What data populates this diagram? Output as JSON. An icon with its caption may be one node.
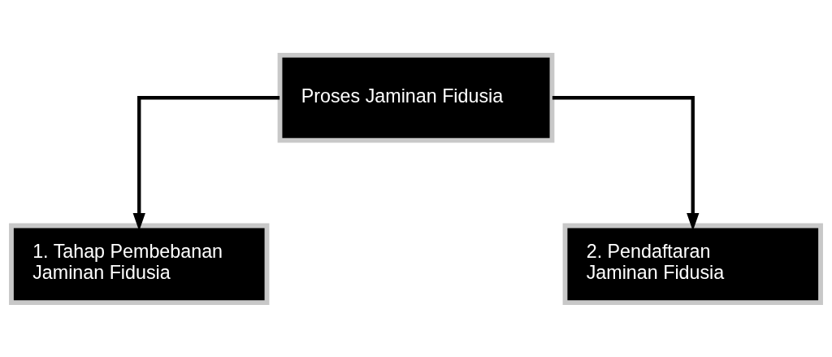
{
  "diagram": {
    "nodes": [
      {
        "text": [
          "Proses Jaminan Fidusia"
        ]
      },
      {
        "text": [
          "1. Tahap Pembebanan Jaminan Fidusia"
        ]
      },
      {
        "text": [
          "2. Pendaftaran Jaminan Fidusia"
        ]
      }
    ],
    "edges": [
      {
        "from": 0,
        "to": 1,
        "arrow": "to"
      },
      {
        "from": 0,
        "to": 2,
        "arrow": "to"
      }
    ]
  }
}
